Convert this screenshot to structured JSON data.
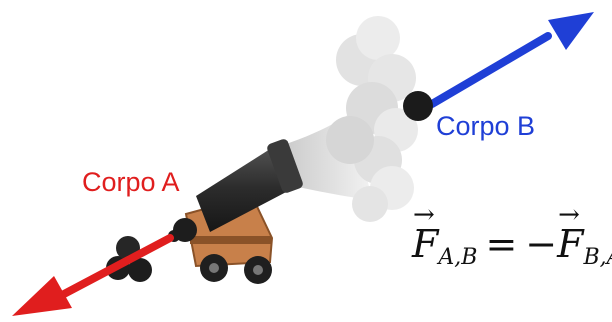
{
  "labels": {
    "body_a": "Corpo A",
    "body_b": "Corpo B"
  },
  "equation": {
    "left_force": "F",
    "left_subscript": "A,B",
    "equals": "=",
    "minus": "−",
    "right_force": "F",
    "right_subscript": "B,A"
  },
  "colors": {
    "body_a": "#e01e1e",
    "body_b": "#1f3fd6",
    "cannon_barrel": "#2b2b2b",
    "carriage": "#c8804a",
    "smoke": "#d9d9d9"
  },
  "icons": [
    "red-force-arrow-icon",
    "blue-force-arrow-icon",
    "cannon-icon",
    "smoke-cloud-icon",
    "cannonball-icon"
  ]
}
